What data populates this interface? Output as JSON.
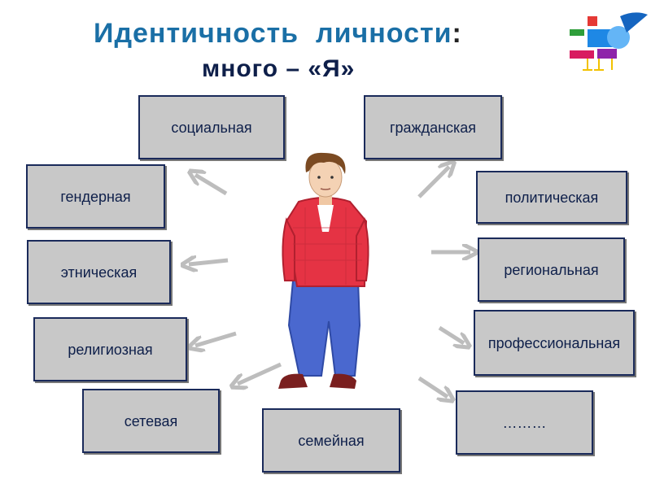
{
  "title": {
    "line1": "Идентичность  личности",
    "colon": ":",
    "line2": "много – «Я»"
  },
  "boxes": {
    "social": "социальная",
    "civil": "гражданская",
    "gender": "гендерная",
    "political": "политическая",
    "ethnic": "этническая",
    "regional": "региональная",
    "religious": "религиозная",
    "professional": "профессиональная",
    "network": "сетевая",
    "family": "семейная",
    "more": "………"
  },
  "colors": {
    "box_fill": "#c8c8c8",
    "box_border": "#1a2a5a",
    "title": "#1a6fa6",
    "subtitle": "#0e1f4a"
  }
}
